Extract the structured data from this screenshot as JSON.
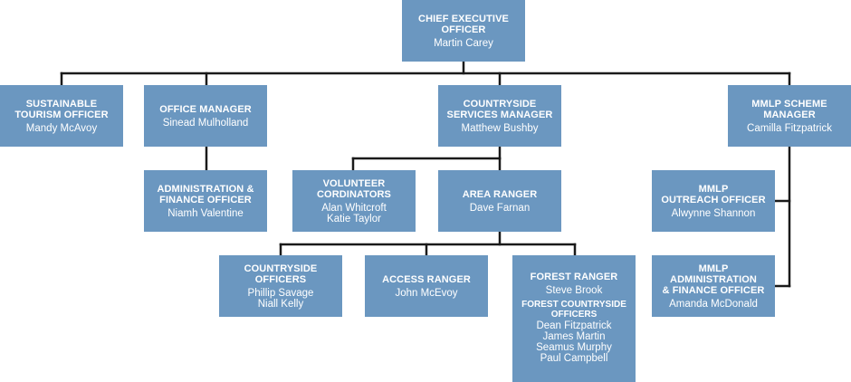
{
  "org_chart": {
    "ceo": {
      "title": "CHIEF EXECUTIVE\nOFFICER",
      "name": "Martin Carey"
    },
    "tourism": {
      "title": "SUSTAINABLE\nTOURISM OFFICER",
      "name": "Mandy McAvoy"
    },
    "office_manager": {
      "title": "OFFICE MANAGER",
      "name": "Sinead Mulholland"
    },
    "admin_finance": {
      "title": "ADMINISTRATION &\nFINANCE OFFICER",
      "name": "Niamh Valentine"
    },
    "countryside_manager": {
      "title": "COUNTRYSIDE\nSERVICES MANAGER",
      "name": "Matthew Bushby"
    },
    "volunteer": {
      "title": "VOLUNTEER\nCORDINATORS",
      "name": "Alan Whitcroft\nKatie Taylor"
    },
    "area_ranger": {
      "title": "AREA RANGER",
      "name": "Dave Farnan"
    },
    "countryside_officers": {
      "title": "COUNTRYSIDE\nOFFICERS",
      "name": "Phillip Savage\nNiall Kelly"
    },
    "access_ranger": {
      "title": "ACCESS RANGER",
      "name": "John McEvoy"
    },
    "forest_ranger": {
      "title": "FOREST RANGER",
      "name": "Steve Brook",
      "subtitle": "FOREST COUNTRYSIDE\nOFFICERS",
      "members": "Dean Fitzpatrick\nJames Martin\nSeamus Murphy\nPaul Campbell"
    },
    "mmlp_manager": {
      "title": "MMLP SCHEME\nMANAGER",
      "name": "Camilla Fitzpatrick"
    },
    "mmlp_outreach": {
      "title": "MMLP\nOUTREACH OFFICER",
      "name": "Alwynne Shannon"
    },
    "mmlp_admin": {
      "title": "MMLP\nADMINISTRATION\n& FINANCE OFFICER",
      "name": "Amanda McDonald"
    }
  },
  "colors": {
    "box_fill": "#6b97c0",
    "box_text": "#ffffff",
    "connector": "#1a1a1a"
  }
}
